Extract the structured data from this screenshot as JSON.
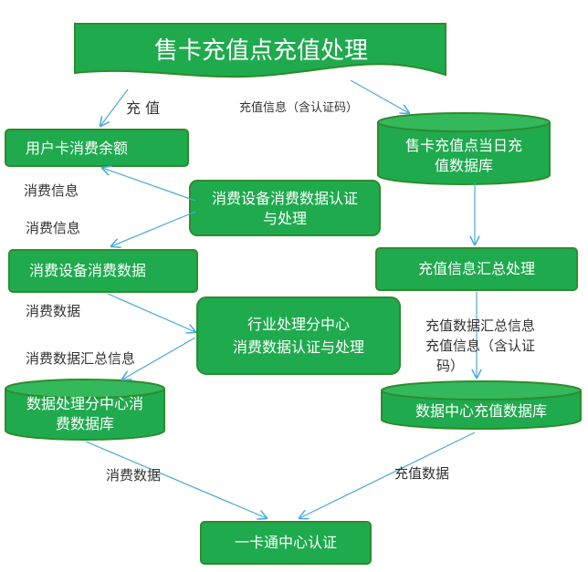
{
  "colors": {
    "node_fill": "#1faa4e",
    "node_stroke": "#2e8b2e",
    "node_text": "#ffffff",
    "arrow": "#4aa8d8",
    "label_text": "#333333"
  },
  "nodes": {
    "top_banner": "售卡充值点充值处理",
    "user_card_balance": "用户卡消费余额",
    "card_sale_db_line1": "售卡充值点当日充",
    "card_sale_db_line2": "值数据库",
    "consume_device_auth_line1": "消费设备消费数据认证",
    "consume_device_auth_line2": "与处理",
    "consume_device_data": "消费设备消费数据",
    "recharge_summary": "充值信息汇总处理",
    "industry_center_line1": "行业处理分中心",
    "industry_center_line2": "消费数据认证与处理",
    "branch_db_line1": "数据处理分中心消",
    "branch_db_line2": "费数据库",
    "data_center_db": "数据中心充值数据库",
    "card_auth": "一卡通中心认证"
  },
  "edge_labels": {
    "recharge": "充 值",
    "recharge_info": "充值信息（含认证码）",
    "consume_info_1": "消费信息",
    "consume_info_2": "消费信息",
    "consume_data_1": "消费数据",
    "consume_summary_info": "消费数据汇总信息",
    "recharge_summary_line1": "充值数据汇总信息",
    "recharge_summary_line2": "充值信息（含认证",
    "recharge_summary_line3": "码）",
    "consume_data_2": "消费数据",
    "recharge_data": "充值数据"
  }
}
